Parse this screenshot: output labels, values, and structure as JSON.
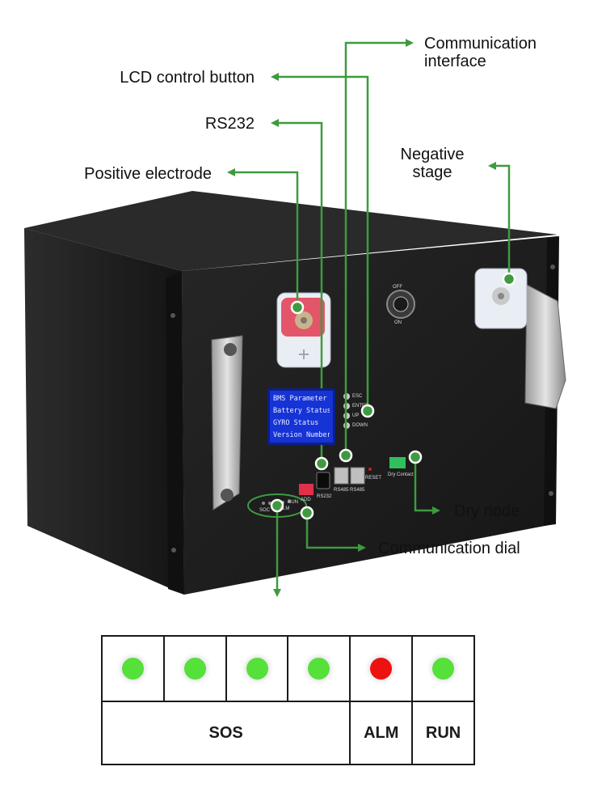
{
  "labels": {
    "communication_interface": "Communication\ninterface",
    "lcd_control_button": "LCD control button",
    "rs232": "RS232",
    "positive_electrode": "Positive electrode",
    "negative_stage": "Negative\nstage",
    "dry_node": "Dry node",
    "communication_dial": "Communication dial"
  },
  "lcd_menu": [
    "BMS Parameter",
    "Battery Status",
    "GYRO Status",
    "Version Number"
  ],
  "panel_marks": {
    "rs232": "RS232",
    "rs485_a": "RS485",
    "rs485_b": "RS485",
    "reset": "RESET",
    "add": "ADD",
    "soc": "SOC",
    "alm": "ALM",
    "run": "RUN",
    "off": "OFF",
    "on": "ON",
    "dry_contact": "Dry Contact",
    "buttons": [
      "ESC",
      "ENTER",
      "UP",
      "DOWN"
    ]
  },
  "indicator_table": {
    "lights": [
      {
        "color": "#55e03a"
      },
      {
        "color": "#55e03a"
      },
      {
        "color": "#55e03a"
      },
      {
        "color": "#55e03a"
      },
      {
        "color": "#ee1111"
      },
      {
        "color": "#55e03a"
      }
    ],
    "groups": [
      "SOS",
      "ALM",
      "RUN"
    ]
  },
  "colors": {
    "callout_green": "#3f9a3f",
    "cabinet": "#1f1f1f",
    "lcd_blue": "#1633d6"
  }
}
